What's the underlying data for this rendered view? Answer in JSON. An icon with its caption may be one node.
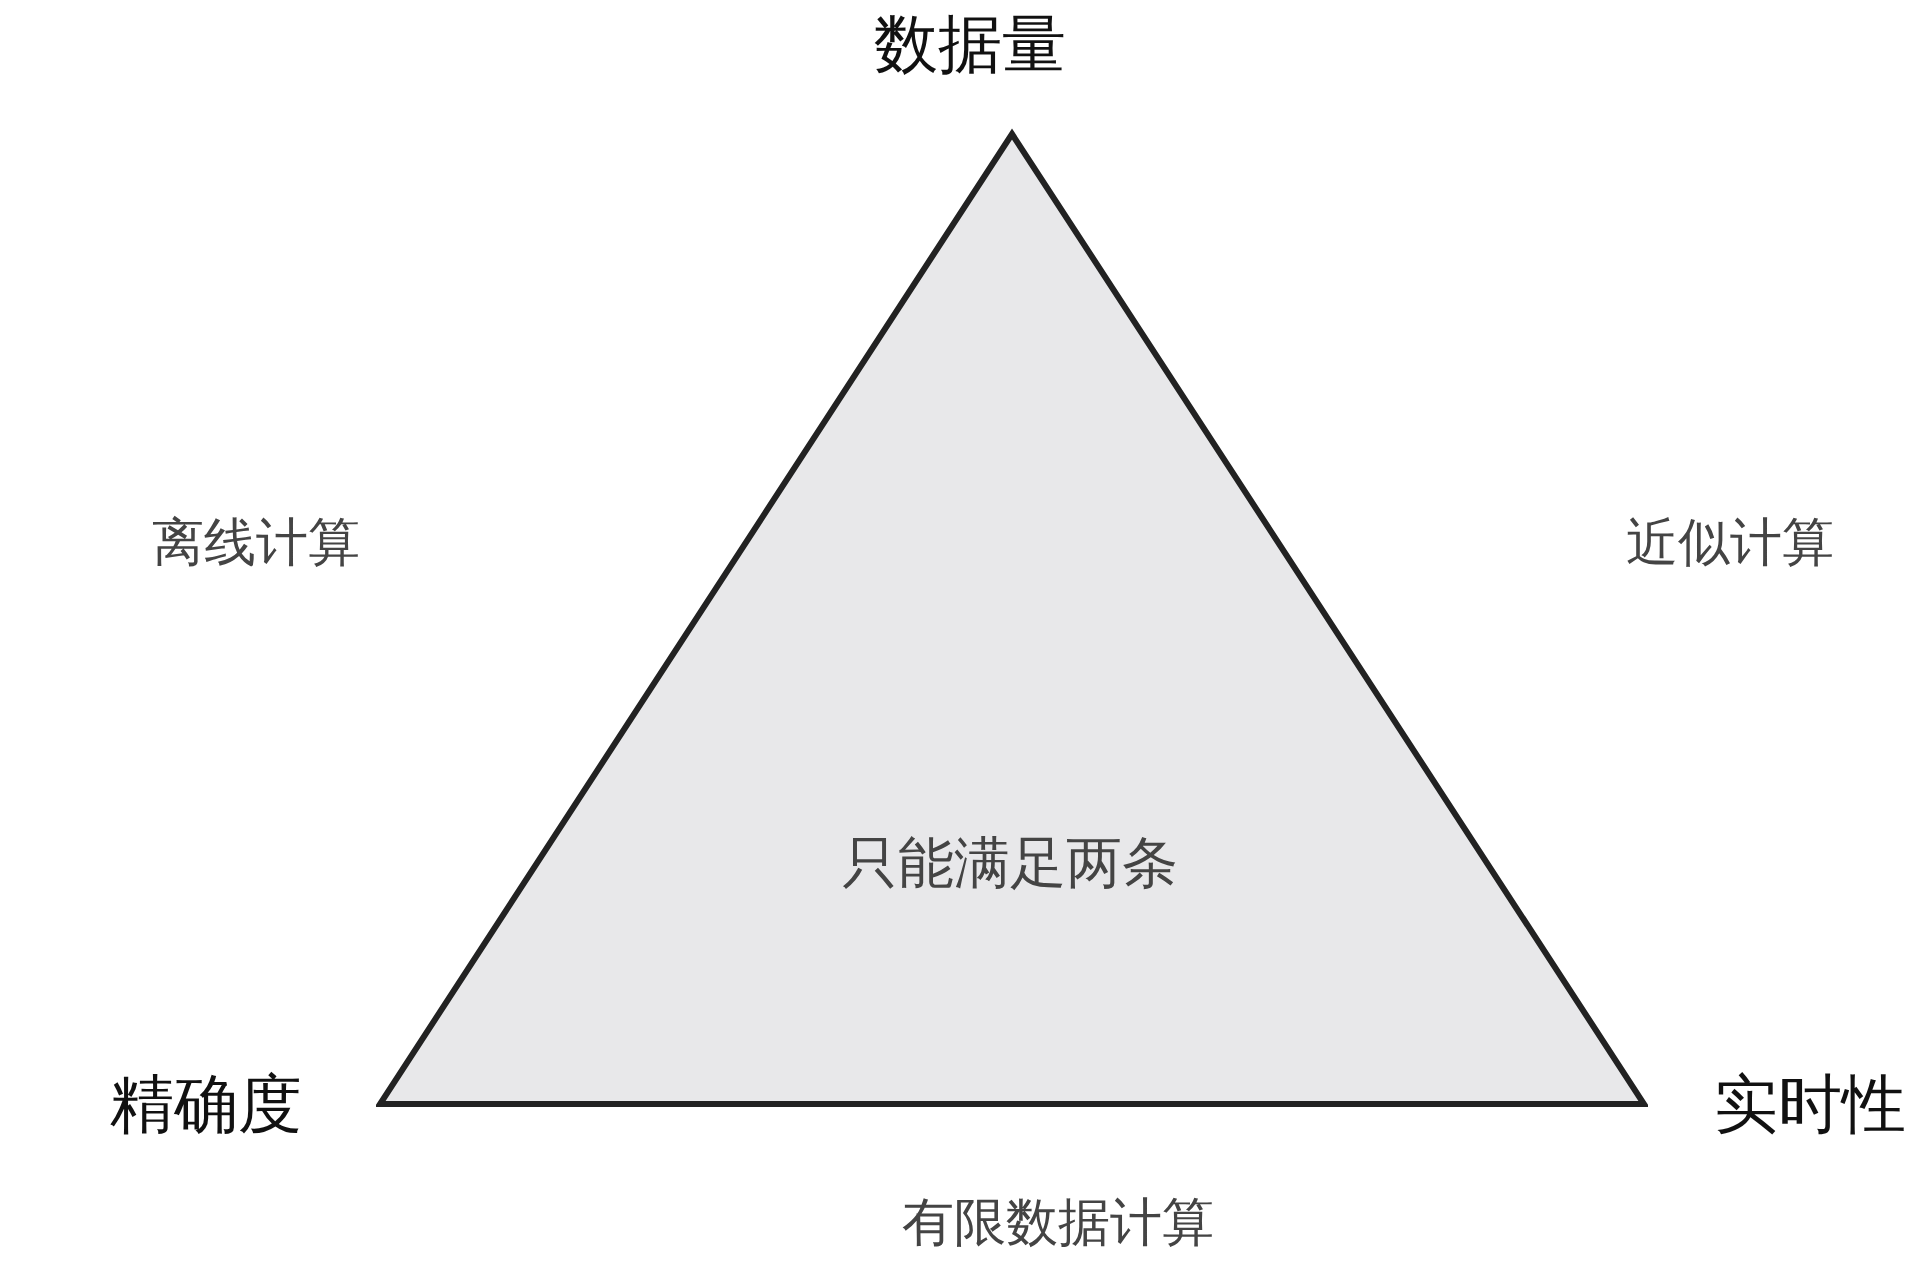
{
  "diagram": {
    "nodes": [
      {
        "text": [
          "只能满足两条"
        ]
      }
    ],
    "labels": [
      "数据量",
      "离线计算",
      "近似计算",
      "精确度",
      "实时性",
      "有限数据计算"
    ]
  }
}
